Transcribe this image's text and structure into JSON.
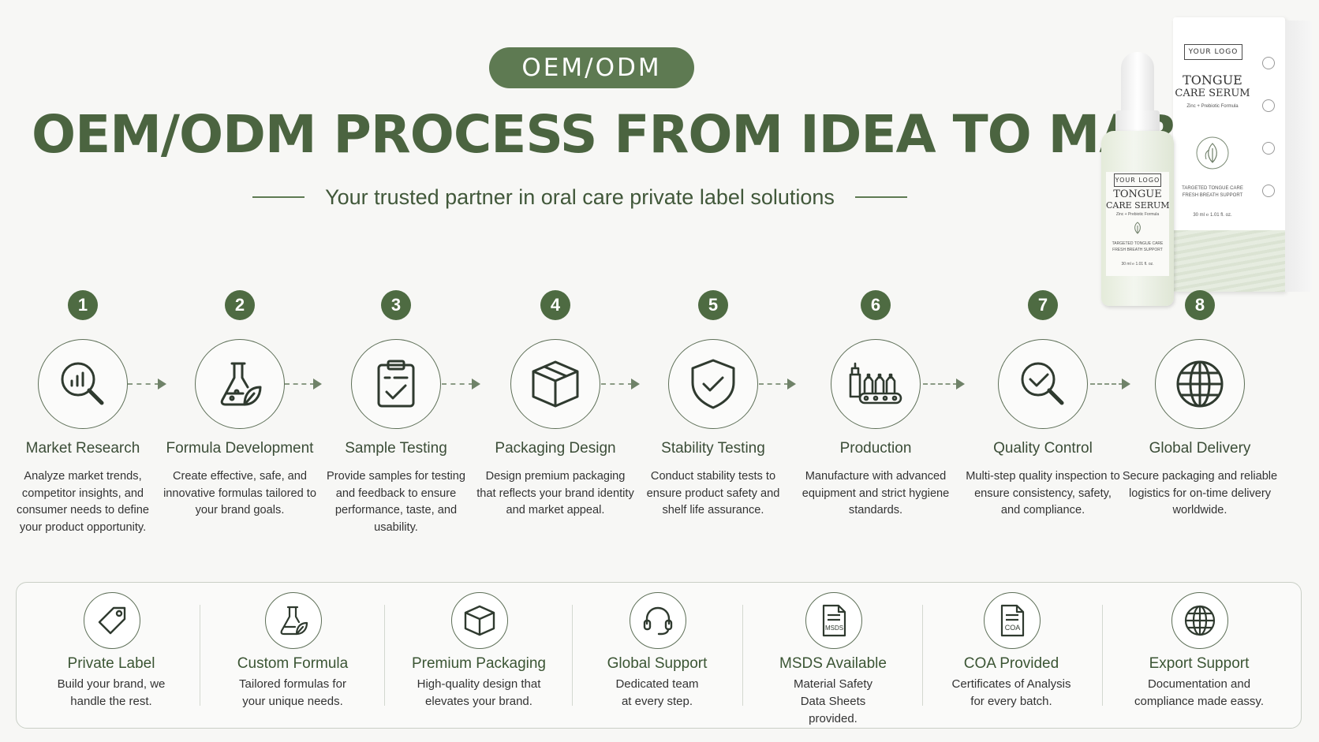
{
  "header": {
    "badge": "OEM/ODM",
    "title": "OEM/ODM PROCESS FROM IDEA TO MARKET",
    "subtitle": "Your trusted partner in oral care private label solutions"
  },
  "product": {
    "box": {
      "logo": "YOUR LOGO",
      "title_line1": "TONGUE",
      "title_line2": "CARE SERUM",
      "tagline": "Zinc + Prebiotic Formula",
      "note_line1": "TARGETED TONGUE CARE",
      "note_line2": "FRESH BREATH SUPPORT",
      "volume": "30 ml ℮ 1.01 fl. oz."
    },
    "bottle": {
      "logo": "YOUR LOGO",
      "title_line1": "TONGUE",
      "title_line2": "CARE SERUM",
      "tagline": "Zinc + Prebiotic Formula",
      "note_line1": "TARGETED TONGUE CARE",
      "note_line2": "FRESH BREATH SUPPORT",
      "volume": "30 ml ℮ 1.01 fl. oz."
    }
  },
  "steps": [
    {
      "num": "1",
      "title": "Market Research",
      "desc": "Analyze market trends, competitor insights, and consumer needs to define your product opportunity.",
      "icon": "chart-magnifier-icon"
    },
    {
      "num": "2",
      "title": "Formula Development",
      "desc": "Create effective, safe, and innovative formulas tailored to your brand goals.",
      "icon": "flask-leaf-icon"
    },
    {
      "num": "3",
      "title": "Sample Testing",
      "desc": "Provide samples for testing and feedback to ensure performance, taste, and usability.",
      "icon": "clipboard-check-icon"
    },
    {
      "num": "4",
      "title": "Packaging Design",
      "desc": "Design premium packaging that reflects your brand identity and market appeal.",
      "icon": "box-icon"
    },
    {
      "num": "5",
      "title": "Stability Testing",
      "desc": "Conduct stability tests to ensure product safety and shelf life assurance.",
      "icon": "shield-check-icon"
    },
    {
      "num": "6",
      "title": "Production",
      "desc": "Manufacture with advanced equipment and strict hygiene standards.",
      "icon": "conveyor-bottles-icon"
    },
    {
      "num": "7",
      "title": "Quality Control",
      "desc": "Multi-step quality inspection to ensure consistency, safety, and compliance.",
      "icon": "magnifier-check-icon"
    },
    {
      "num": "8",
      "title": "Global Delivery",
      "desc": "Secure packaging and reliable logistics for on-time delivery worldwide.",
      "icon": "globe-icon"
    }
  ],
  "features": [
    {
      "title": "Private Label",
      "desc": "Build your brand, we handle the rest.",
      "icon": "tag-icon"
    },
    {
      "title": "Custom Formula",
      "desc": "Tailored formulas for your unique needs.",
      "icon": "flask-leaf-icon"
    },
    {
      "title": "Premium Packaging",
      "desc": "High-quality design that elevates your brand.",
      "icon": "box-icon"
    },
    {
      "title": "Global Support",
      "desc": "Dedicated team at every step.",
      "icon": "headset-icon"
    },
    {
      "title": "MSDS Available",
      "desc": "Material Safety Data Sheets provided.",
      "icon": "msds-document-icon",
      "doc_label": "MSDS"
    },
    {
      "title": "COA Provided",
      "desc": "Certificates of Analysis for every batch.",
      "icon": "coa-document-icon",
      "doc_label": "COA"
    },
    {
      "title": "Export Support",
      "desc": "Documentation and compliance made eassy.",
      "icon": "globe-icon"
    }
  ],
  "colors": {
    "primary": "#4e6b42",
    "title": "#4b6440",
    "line": "#5d6f57",
    "background": "#f7f7f5"
  }
}
